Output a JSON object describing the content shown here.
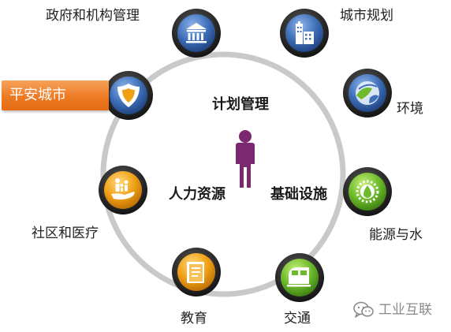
{
  "nodes": {
    "government": {
      "label": "政府和机构管理",
      "icon": "bank-building-icon",
      "color": "#3e6fb8"
    },
    "urban_planning": {
      "label": "城市规划",
      "icon": "city-buildings-icon",
      "color": "#3e6fb8"
    },
    "environment": {
      "label": "环境",
      "icon": "globe-leaf-icon",
      "color": "#3e6fb8"
    },
    "energy_water": {
      "label": "能源与水",
      "icon": "sun-drop-icon",
      "color": "#6dbb2b"
    },
    "transport": {
      "label": "交通",
      "icon": "train-icon",
      "color": "#6dbb2b"
    },
    "education": {
      "label": "教育",
      "icon": "book-icon",
      "color": "#f0a015"
    },
    "community_health": {
      "label": "社区和医疗",
      "icon": "family-hand-icon",
      "color": "#f0a015"
    },
    "public_safety": {
      "label": "平安城市",
      "icon": "police-badge-icon",
      "color": "#3e6fb8"
    }
  },
  "highlight_tag": {
    "label": "平安城市",
    "color": "#ee7a24"
  },
  "center": {
    "planning": "计划管理",
    "human_resources": "人力资源",
    "infrastructure": "基础设施",
    "person_icon": "person-icon",
    "person_color": "#7a2870"
  },
  "watermark": {
    "icon": "wechat-icon",
    "text": "工业互联"
  },
  "ring_color": "#c9c9c9"
}
